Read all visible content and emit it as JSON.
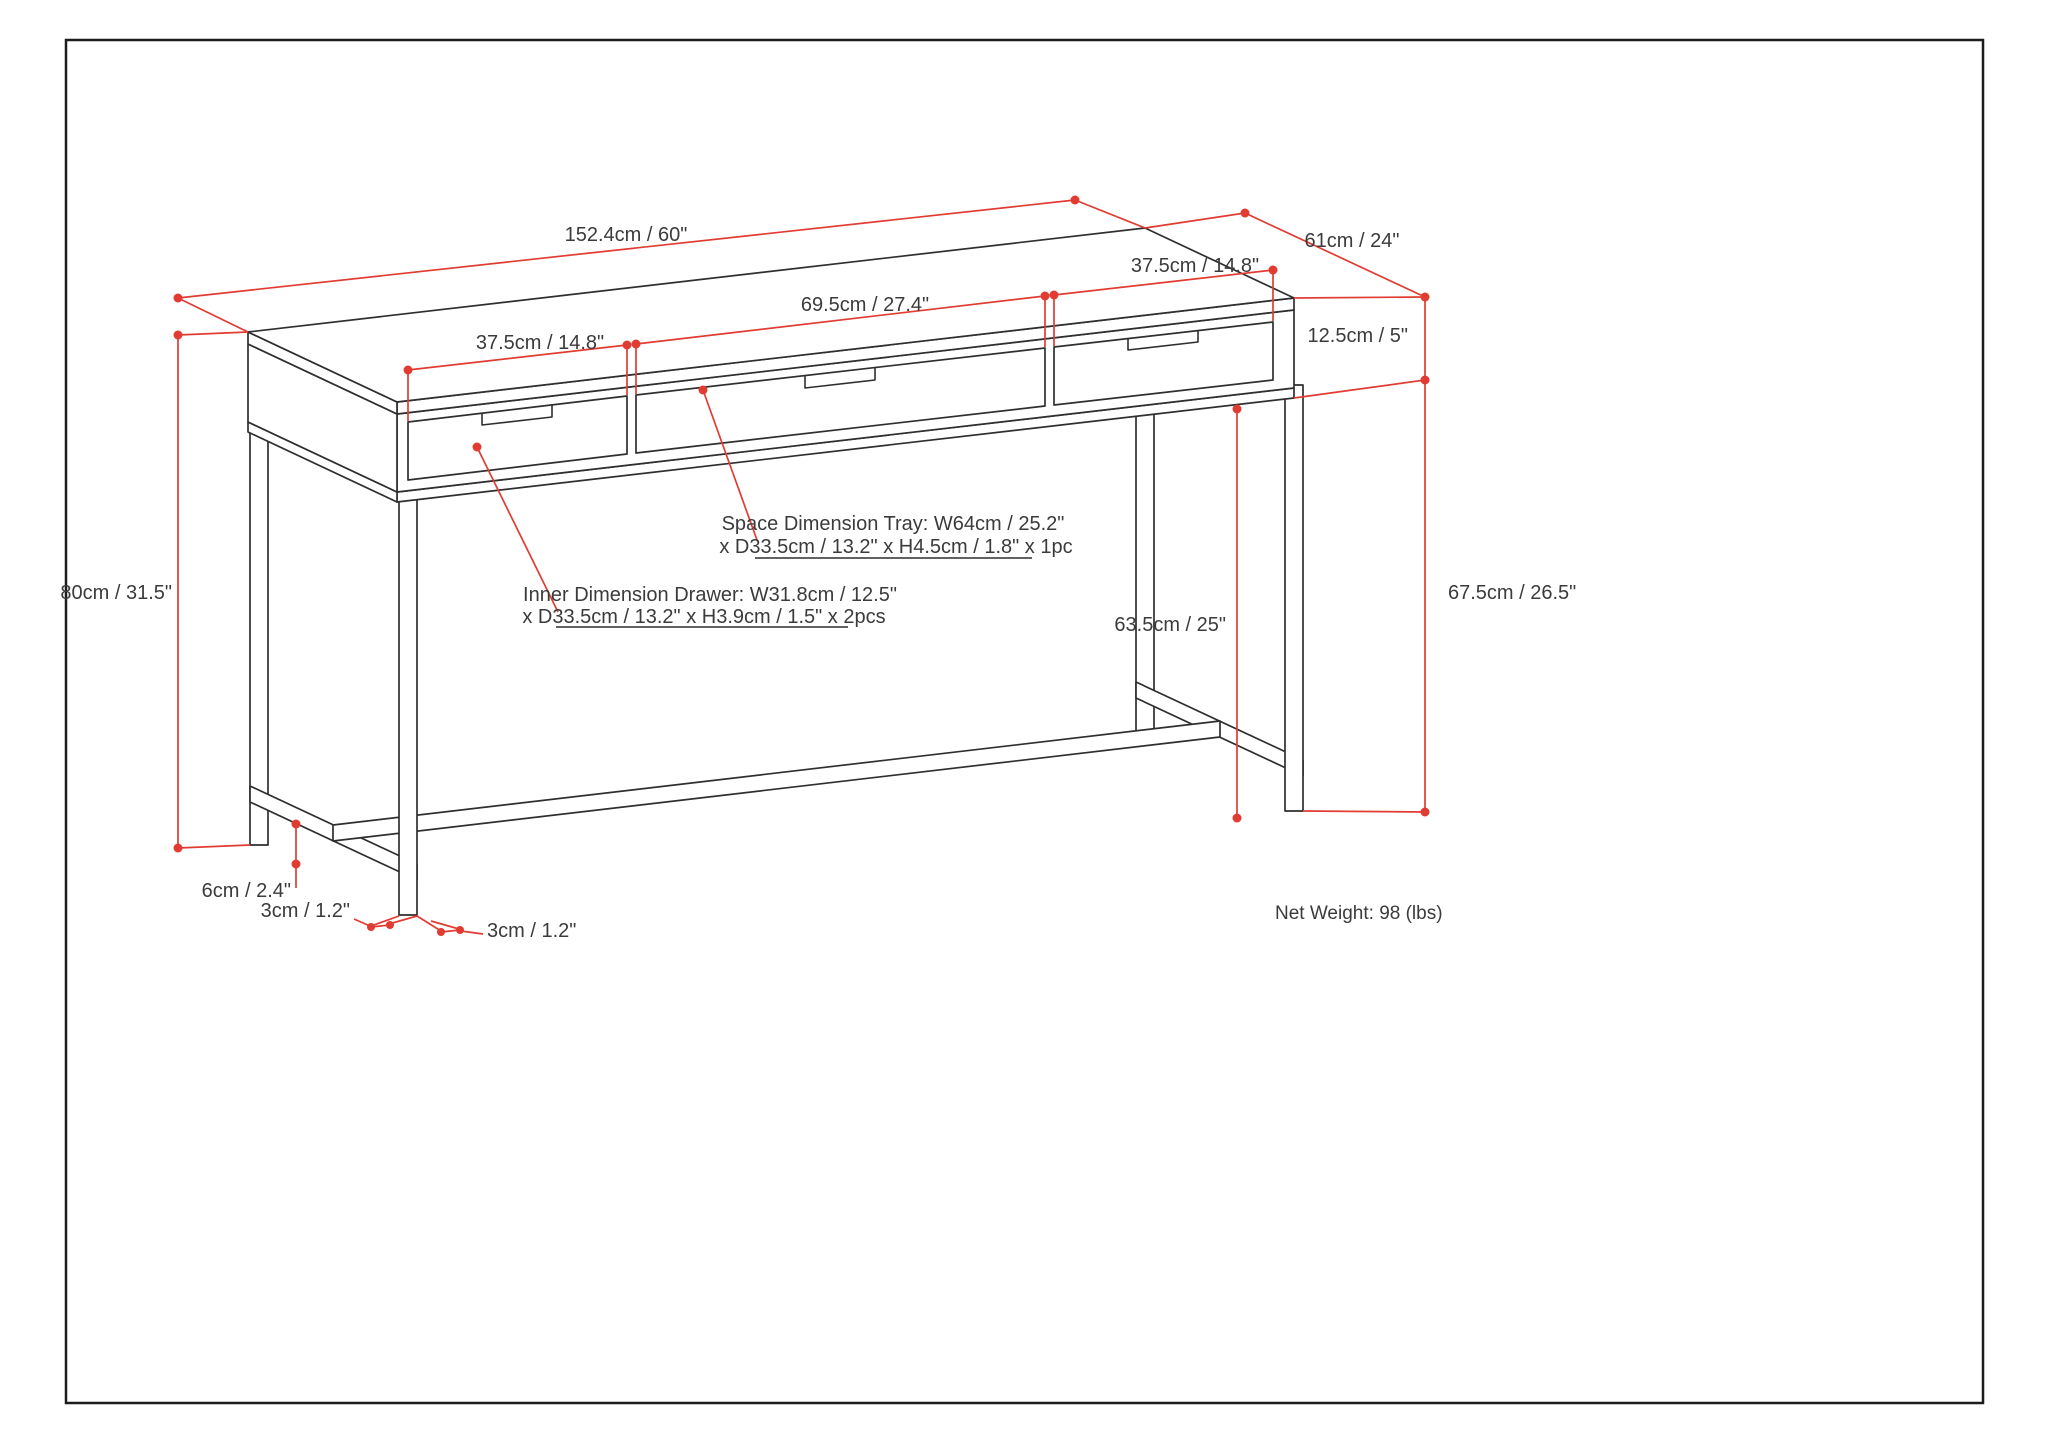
{
  "diagram": {
    "type": "furniture-dimension-drawing",
    "subject": "writing desk with three drawers and metal frame"
  },
  "labels": {
    "top_length": "152.4cm / 60\"",
    "top_depth": "61cm / 24\"",
    "drawer_left_width": "37.5cm / 14.8\"",
    "drawer_middle_width": "69.5cm / 27.4\"",
    "drawer_right_width": "37.5cm / 14.8\"",
    "apron_height": "12.5cm / 5\"",
    "overall_height": "80cm / 31.5\"",
    "leg_height": "67.5cm / 26.5\"",
    "clearance_height": "63.5cm / 25\"",
    "foot_gap": "6cm / 2.4\"",
    "leg_thickness_a": "3cm / 1.2\"",
    "leg_thickness_b": "3cm / 1.2\""
  },
  "annotations": {
    "tray_line1": "Space Dimension Tray: W64cm / 25.2\"",
    "tray_line2": "x D33.5cm / 13.2\" x H4.5cm / 1.8\" x 1pc",
    "drawer_line1": "Inner Dimension Drawer: W31.8cm / 12.5\"",
    "drawer_line2": "x D33.5cm / 13.2\" x H3.9cm / 1.5\" x 2pcs"
  },
  "footer": {
    "net_weight": "Net Weight:  98 (lbs)"
  },
  "colors": {
    "dimension_red": "#e13c32",
    "line_color": "#2f2f2f",
    "text_color": "#3b3b3b"
  }
}
